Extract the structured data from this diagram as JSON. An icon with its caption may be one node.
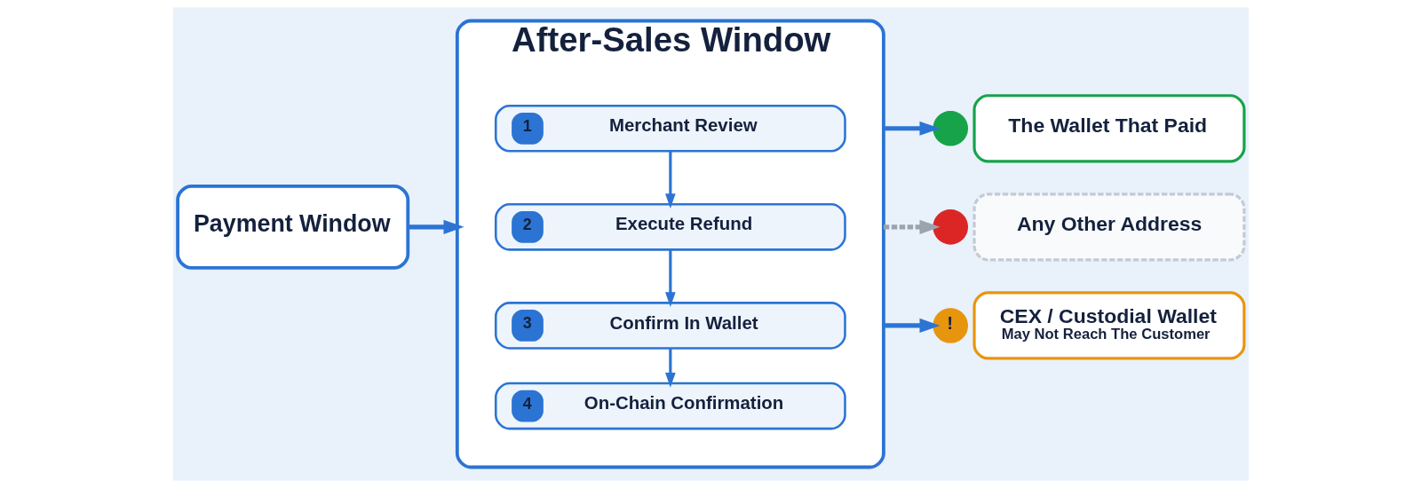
{
  "diagram": {
    "nodes": [
      {
        "text": [
          "Payment Window"
        ]
      },
      {
        "text": [
          "After-Sales Window"
        ]
      },
      {
        "text": [
          "1",
          "Merchant Review"
        ],
        "in": 1
      },
      {
        "text": [
          "2",
          "Execute Refund"
        ],
        "in": 1
      },
      {
        "text": [
          "3",
          "Confirm In Wallet"
        ],
        "in": 1
      },
      {
        "text": [
          "4",
          "On-Chain Confirmation"
        ],
        "in": 1
      },
      {
        "text": [],
        "shape": "circle"
      },
      {
        "text": [
          "The Wallet That Paid"
        ]
      },
      {
        "text": [],
        "shape": "circle"
      },
      {
        "text": [
          "Any Other Address"
        ]
      },
      {
        "text": [
          "!"
        ]
      },
      {
        "text": [
          "CEX / Custodial Wallet",
          "May Not Reach The Customer"
        ]
      }
    ],
    "edges": [
      {
        "from": 0,
        "to": 1,
        "arrow": "to"
      },
      {
        "from": 2,
        "to": 3,
        "arrow": "to"
      },
      {
        "from": 3,
        "to": 4,
        "arrow": "to"
      },
      {
        "from": 4,
        "to": 5,
        "arrow": "to"
      },
      {
        "from": 1,
        "to": 6,
        "arrow": "to"
      },
      {
        "from": 1,
        "to": 8,
        "arrow": "to",
        "style": "dashed",
        "color": "#9aa3ae"
      },
      {
        "from": 1,
        "to": 10,
        "arrow": "to"
      }
    ]
  }
}
